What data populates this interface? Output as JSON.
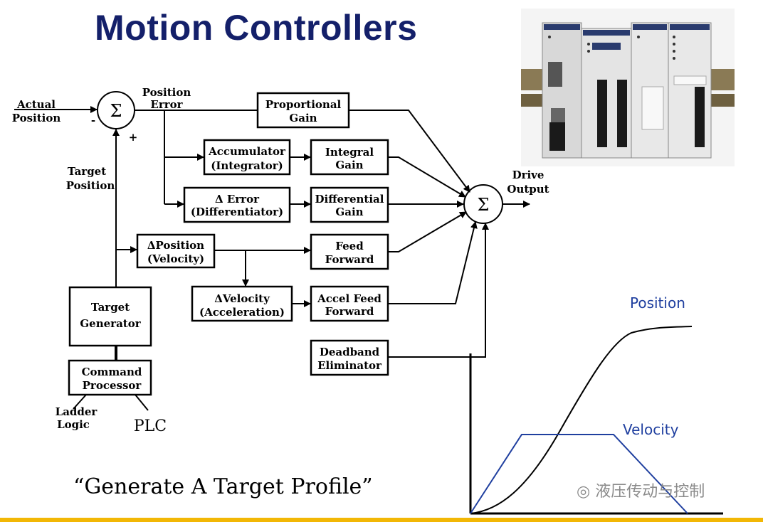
{
  "title": "Motion Controllers",
  "diagram": {
    "sum_symbol": "Σ",
    "inputs": {
      "actual_position": [
        "Actual",
        "Position"
      ],
      "minus_sign": "-",
      "plus_sign": "+",
      "target_position": [
        "Target",
        "Position"
      ],
      "position_error": [
        "Position",
        "Error"
      ],
      "drive_output": [
        "Drive",
        "Output"
      ]
    },
    "blocks": {
      "proportional_gain": [
        "Proportional",
        "Gain"
      ],
      "accumulator": [
        "Accumulator",
        "(Integrator)"
      ],
      "integral_gain": [
        "Integral",
        "Gain"
      ],
      "delta_error": [
        "Δ Error",
        "(Differentiator)"
      ],
      "differential_gain": [
        "Differential",
        "Gain"
      ],
      "delta_position": [
        "ΔPosition",
        "(Velocity)"
      ],
      "feed_forward": [
        "Feed",
        "Forward"
      ],
      "delta_velocity": [
        "ΔVelocity",
        "(Acceleration)"
      ],
      "accel_feed_forward": [
        "Accel Feed",
        "Forward"
      ],
      "deadband_eliminator": [
        "Deadband",
        "Eliminator"
      ],
      "target_generator": [
        "Target",
        "Generator"
      ],
      "command_processor": [
        "Command",
        "Processor"
      ]
    },
    "sources": {
      "ladder_logic": [
        "Ladder",
        "Logic"
      ],
      "plc": "PLC"
    }
  },
  "profile_plot": {
    "position_label": "Position",
    "velocity_label": "Velocity",
    "position_color": "#000000",
    "velocity_color": "#1f3f9f"
  },
  "caption": "“Generate A Target Profile”",
  "watermark": "液压传动与控制",
  "colors": {
    "title": "#14206a",
    "footer_bar": "#f2b705"
  }
}
